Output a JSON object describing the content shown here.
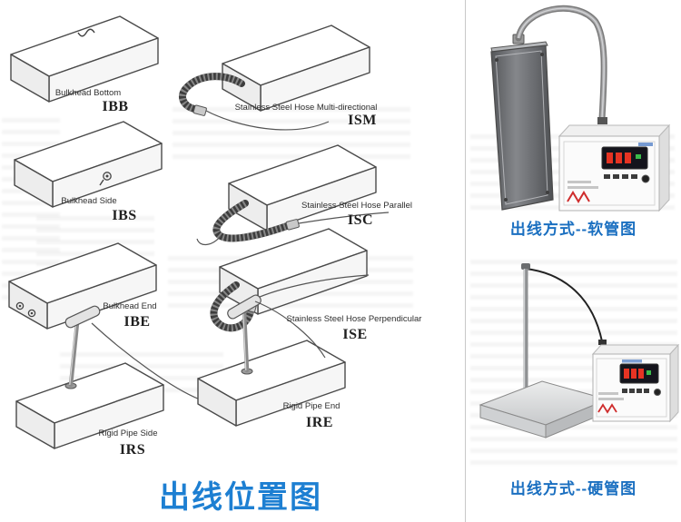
{
  "left_panel": {
    "title": "出线位置图",
    "items": [
      {
        "code": "IBB",
        "label": "Bulkhead Bottom"
      },
      {
        "code": "ISM",
        "label": "Stainless Steel Hose Multi-directional"
      },
      {
        "code": "IBS",
        "label": "Bulkhead Side"
      },
      {
        "code": "ISC",
        "label": "Stainless Steel Hose Parallel"
      },
      {
        "code": "IBE",
        "label": "Bulkhead End"
      },
      {
        "code": "ISE",
        "label": "Stainless Steel Hose Perpendicular"
      },
      {
        "code": "IRS",
        "label": "Rigid Pipe Side"
      },
      {
        "code": "IRE",
        "label": "Rigid Pipe End"
      }
    ]
  },
  "right_panel": {
    "photos": [
      {
        "caption": "出线方式--软管图"
      },
      {
        "caption": "出线方式--硬管图"
      }
    ]
  },
  "colors": {
    "title_blue": "#1d7fd2",
    "caption_blue": "#1a6fc0",
    "line_ink": "#4a4a4a"
  }
}
